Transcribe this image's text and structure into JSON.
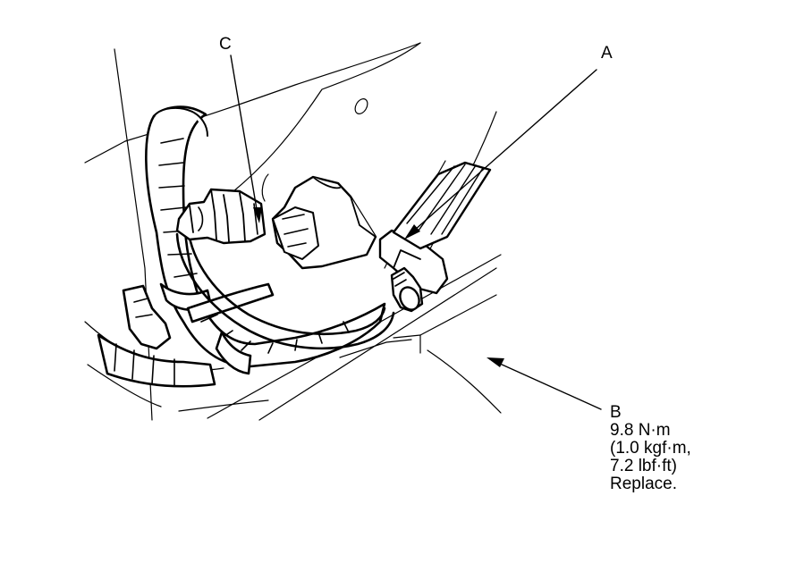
{
  "callouts": {
    "a": "A",
    "c": "C",
    "b": {
      "letter": "B",
      "torque_nm": "9.8 N·m",
      "torque_kgf": "(1.0 kgf·m,",
      "torque_lbf": "7.2 lbf·ft)",
      "note": "Replace."
    }
  }
}
